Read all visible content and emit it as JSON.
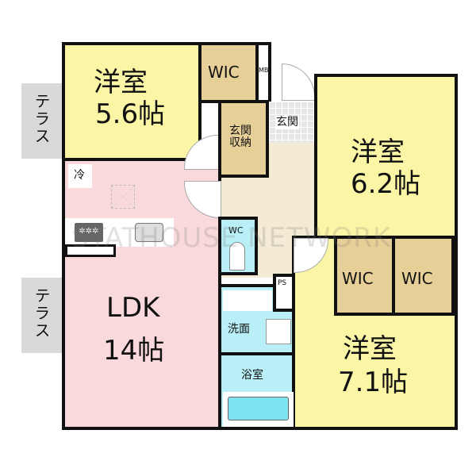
{
  "rooms": {
    "western_room_1": {
      "name": "洋室",
      "size": "5.6帖"
    },
    "western_room_2": {
      "name": "洋室",
      "size": "6.2帖"
    },
    "western_room_3": {
      "name": "洋室",
      "size": "7.1帖"
    },
    "ldk": {
      "name": "LDK",
      "size": "14帖"
    },
    "wic_1": "WIC",
    "wic_2": "WIC",
    "wic_3": "WIC",
    "mb": "MB",
    "entrance": "玄関",
    "entrance_storage": "玄関\n収納",
    "wc": "WC",
    "ps": "PS",
    "washroom": "洗面",
    "bathroom": "浴室",
    "terrace_top": "テラス",
    "terrace_bottom": "テラス",
    "fridge": "冷"
  },
  "watermark": "STATHOUSE NETWORK"
}
